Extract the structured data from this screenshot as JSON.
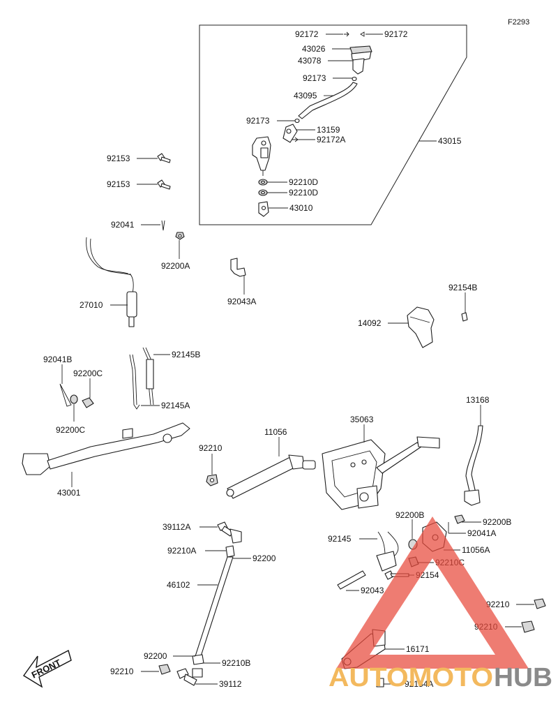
{
  "diagram_ref": "F2293",
  "front_label": "FRONT",
  "watermark": {
    "part1": "AUTOMOTO",
    "part2": "HUB",
    "color_primary": "#e84a3c",
    "color_accent": "#f3b95e",
    "color_gray": "#8a8a8a"
  },
  "labels": {
    "p92172_l": "92172",
    "p92172_r": "92172",
    "p43026": "43026",
    "p43078": "43078",
    "p92173_a": "92173",
    "p43095": "43095",
    "p92173_b": "92173",
    "p13159": "13159",
    "p92172A": "92172A",
    "p43015": "43015",
    "p92210D_a": "92210D",
    "p92210D_b": "92210D",
    "p43010": "43010",
    "p92153_a": "92153",
    "p92153_b": "92153",
    "p92041": "92041",
    "p92200A": "92200A",
    "p92043A": "92043A",
    "p27010": "27010",
    "p92154B": "92154B",
    "p14092": "14092",
    "p92041B": "92041B",
    "p92200C_a": "92200C",
    "p92145B": "92145B",
    "p92145A": "92145A",
    "p92200C_b": "92200C",
    "p13168": "13168",
    "p35063": "35063",
    "p11056": "11056",
    "p92210_a": "92210",
    "p43001": "43001",
    "p92200B_a": "92200B",
    "p92200B_b": "92200B",
    "p92041A": "92041A",
    "p39112A": "39112A",
    "p92145": "92145",
    "p11056A": "11056A",
    "p92210A": "92210A",
    "p92200_a": "92200",
    "p92210C": "92210C",
    "p92154": "92154",
    "p46102": "46102",
    "p92043": "92043",
    "p92210_b": "92210",
    "p92210_c": "92210",
    "p92200_b": "92200",
    "p92210B": "92210B",
    "p16171": "16171",
    "p92210_d": "92210",
    "p39112": "39112",
    "p92154A": "92154A"
  }
}
